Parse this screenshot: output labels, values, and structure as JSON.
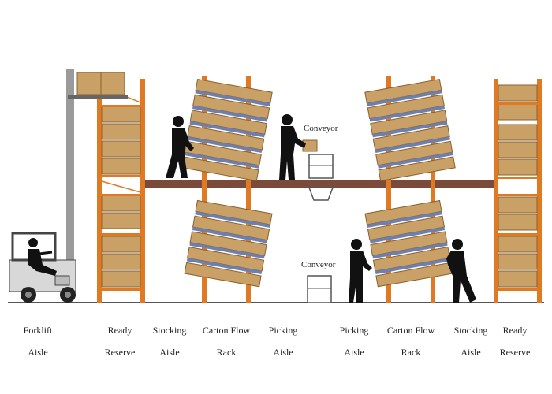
{
  "conveyor_labels": [
    "Conveyor",
    "Conveyor"
  ],
  "labels": [
    {
      "line1": "Forklift",
      "line2": "Aisle"
    },
    {
      "line1": "Ready",
      "line2": "Reserve"
    },
    {
      "line1": "Stocking",
      "line2": "Aisle"
    },
    {
      "line1": "Carton Flow",
      "line2": "Rack"
    },
    {
      "line1": "Picking",
      "line2": "Aisle"
    },
    {
      "line1": "Picking",
      "line2": "Aisle"
    },
    {
      "line1": "Carton Flow",
      "line2": "Rack"
    },
    {
      "line1": "Stocking",
      "line2": "Aisle"
    },
    {
      "line1": "Ready",
      "line2": "Reserve"
    }
  ],
  "colors": {
    "rack": "#e07a22",
    "box": "#c9a066",
    "box_edge": "#8a6030",
    "roller": "#6b7fb0",
    "platform": "#7a4a3a",
    "floor": "#555555",
    "person": "#111111",
    "forklift": "#d8d8d8"
  },
  "icons": [
    "forklift-icon",
    "worker-icon",
    "conveyor-icon",
    "carton-box-icon"
  ]
}
